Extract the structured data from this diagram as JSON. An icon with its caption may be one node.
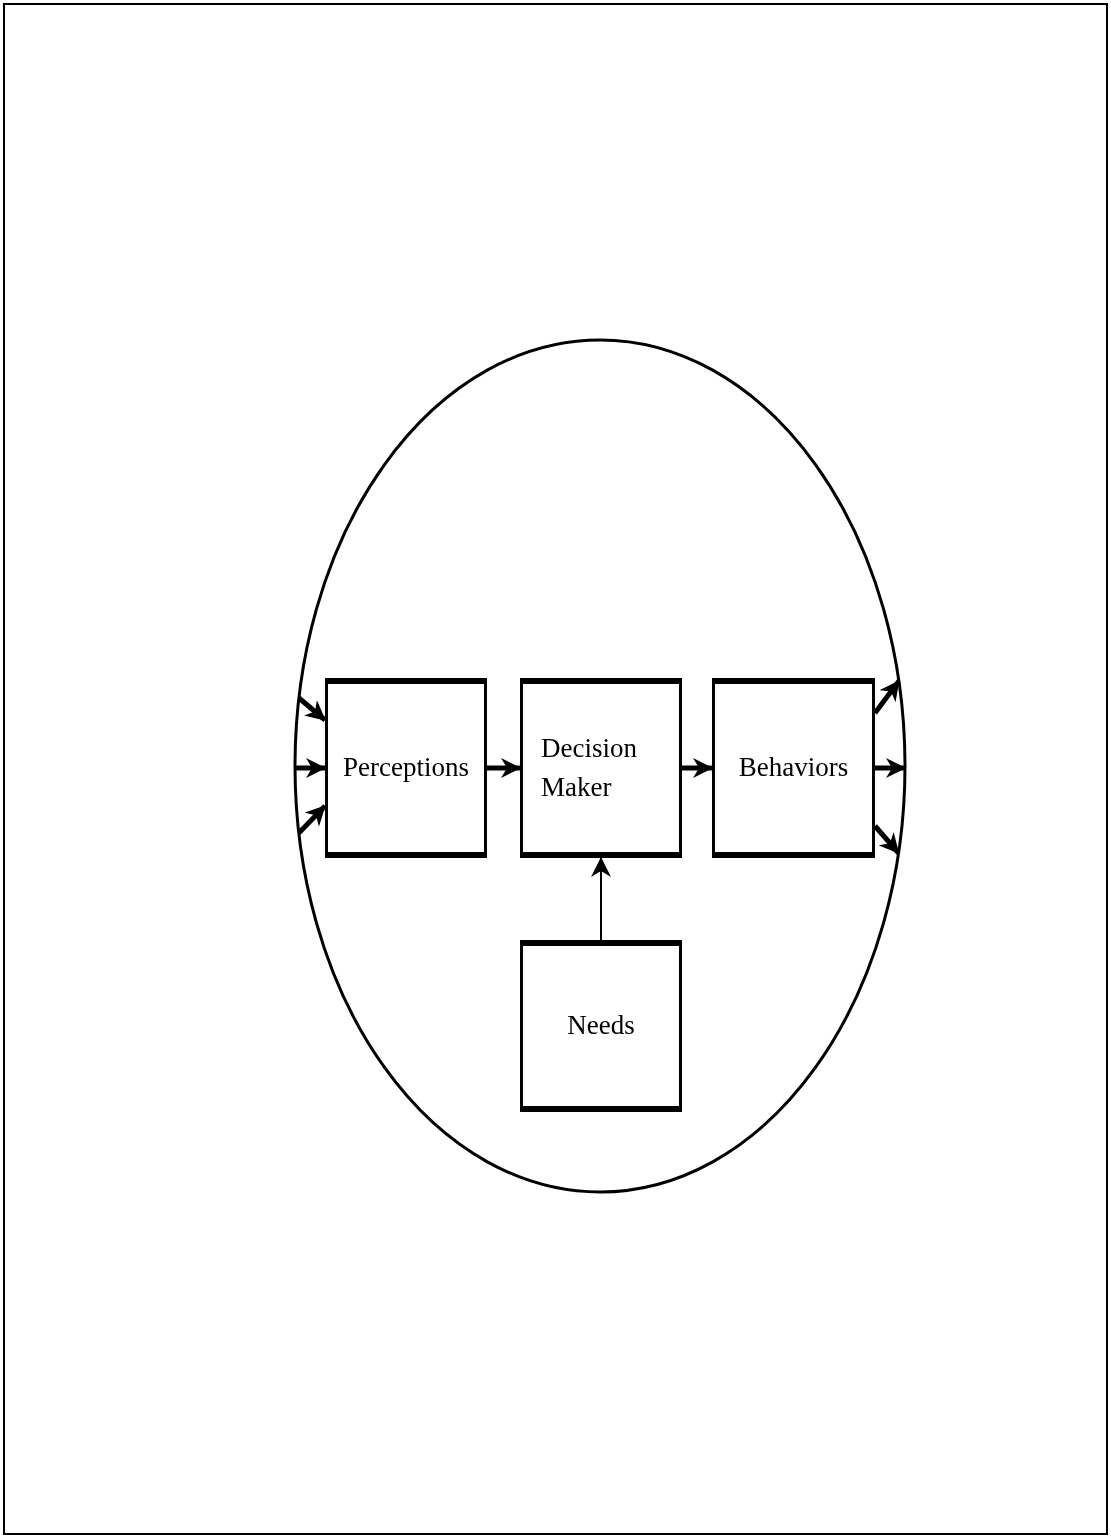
{
  "diagram": {
    "nodes": [
      {
        "text": [],
        "shape": "circle"
      },
      {
        "text": [
          "Perceptions"
        ],
        "in": 0
      },
      {
        "text": [
          "Decision Maker"
        ],
        "in": 0
      },
      {
        "text": [
          "Behaviors"
        ],
        "in": 0
      },
      {
        "text": [
          "Needs"
        ],
        "in": 0
      }
    ],
    "edges": [
      {
        "from": 0,
        "to": 1,
        "arrow": "to"
      },
      {
        "from": 0,
        "to": 1,
        "arrow": "to"
      },
      {
        "from": 0,
        "to": 1,
        "arrow": "to"
      },
      {
        "from": 1,
        "to": 2,
        "arrow": "to"
      },
      {
        "from": 2,
        "to": 3,
        "arrow": "to"
      },
      {
        "from": 4,
        "to": 2,
        "arrow": "to"
      },
      {
        "from": 3,
        "to": 0,
        "arrow": "to"
      },
      {
        "from": 3,
        "to": 0,
        "arrow": "to"
      },
      {
        "from": 3,
        "to": 0,
        "arrow": "to"
      }
    ]
  }
}
